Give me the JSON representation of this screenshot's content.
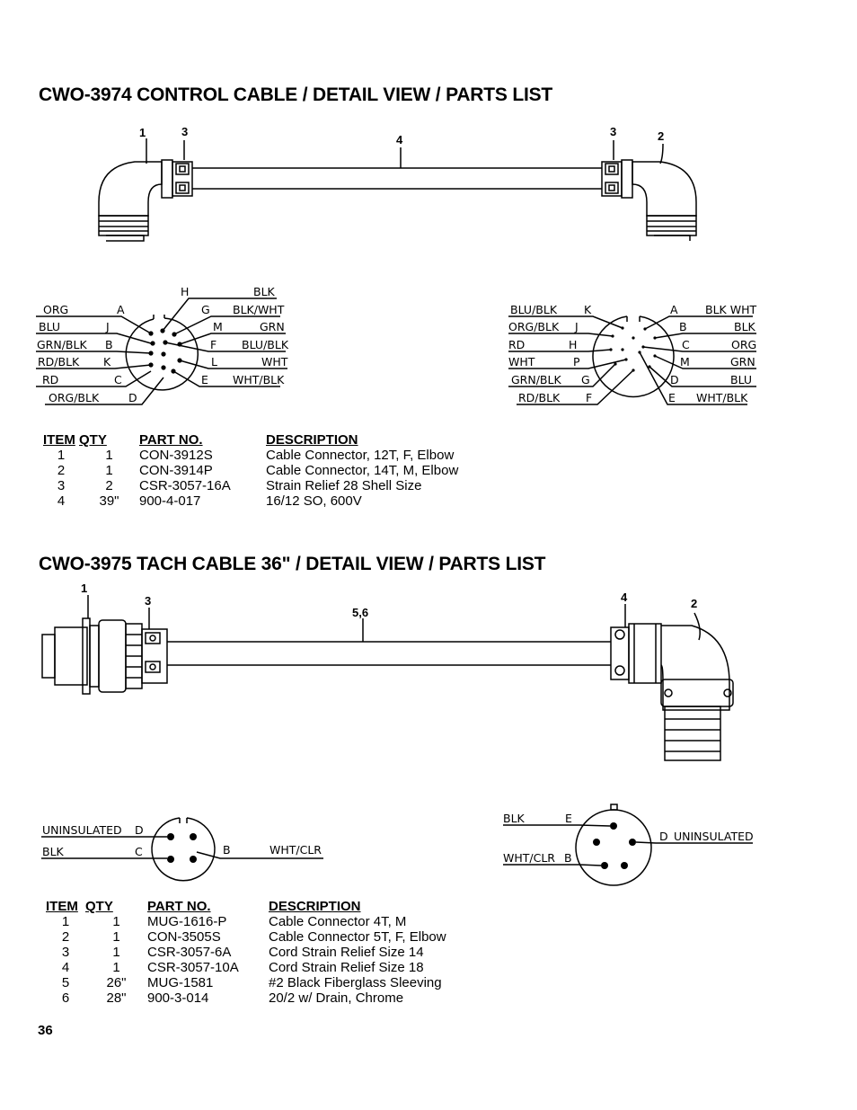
{
  "section1": {
    "title": "CWO-3974 CONTROL CABLE / DETAIL VIEW / PARTS LIST",
    "callouts": [
      "1",
      "3",
      "4",
      "3",
      "2"
    ],
    "left_wires": [
      {
        "color": "ORG",
        "pin": "A"
      },
      {
        "color": "BLU",
        "pin": "J"
      },
      {
        "color": "GRN/BLK",
        "pin": "B"
      },
      {
        "color": "RD/BLK",
        "pin": "K"
      },
      {
        "color": "RD",
        "pin": "C"
      },
      {
        "color": "ORG/BLK",
        "pin": "D"
      }
    ],
    "left_right_wires": [
      {
        "pin": "H",
        "color": "BLK"
      },
      {
        "pin": "G",
        "color": "BLK/WHT"
      },
      {
        "pin": "M",
        "color": "GRN"
      },
      {
        "pin": "F",
        "color": "BLU/BLK"
      },
      {
        "pin": "L",
        "color": "WHT"
      },
      {
        "pin": "E",
        "color": "WHT/BLK"
      }
    ],
    "right_left_wires": [
      {
        "color": "BLU/BLK",
        "pin": "K"
      },
      {
        "color": "ORG/BLK",
        "pin": "J"
      },
      {
        "color": "RD",
        "pin": "H"
      },
      {
        "color": "WHT",
        "pin": "P"
      },
      {
        "color": "GRN/BLK",
        "pin": "G"
      },
      {
        "color": "RD/BLK",
        "pin": "F"
      }
    ],
    "right_right_wires": [
      {
        "pin": "A",
        "color": "BLK WHT"
      },
      {
        "pin": "B",
        "color": "BLK"
      },
      {
        "pin": "C",
        "color": "ORG"
      },
      {
        "pin": "M",
        "color": "GRN"
      },
      {
        "pin": "D",
        "color": "BLU"
      },
      {
        "pin": "E",
        "color": "WHT/BLK"
      }
    ],
    "table": {
      "headers": [
        "ITEM",
        "QTY",
        "PART NO.",
        "DESCRIPTION"
      ],
      "rows": [
        [
          "1",
          "1",
          "CON-3912S",
          "Cable Connector, 12T, F, Elbow"
        ],
        [
          "2",
          "1",
          "CON-3914P",
          "Cable Connector, 14T, M, Elbow"
        ],
        [
          "3",
          "2",
          "CSR-3057-16A",
          "Strain Relief 28 Shell Size"
        ],
        [
          "4",
          "39\"",
          "900-4-017",
          "16/12 SO, 600V"
        ]
      ]
    }
  },
  "section2": {
    "title": "CWO-3975 TACH CABLE 36\" / DETAIL VIEW / PARTS LIST",
    "callouts": [
      "1",
      "3",
      "5,6",
      "4",
      "2"
    ],
    "left_wires": [
      {
        "color": "UNINSULATED",
        "pin": "D"
      },
      {
        "color": "BLK",
        "pin": "C"
      }
    ],
    "left_right_wire": {
      "pin": "B",
      "color": "WHT/CLR"
    },
    "right_wires": [
      {
        "color": "BLK",
        "pin": "E"
      },
      {
        "color": "WHT/CLR",
        "pin": "B"
      }
    ],
    "right_right_wire": {
      "pin": "D",
      "color": "UNINSULATED"
    },
    "table": {
      "headers": [
        "ITEM",
        "QTY",
        "PART NO.",
        "DESCRIPTION"
      ],
      "rows": [
        [
          "1",
          "1",
          "MUG-1616-P",
          "Cable Connector 4T, M"
        ],
        [
          "2",
          "1",
          "CON-3505S",
          "Cable Connector 5T, F, Elbow"
        ],
        [
          "3",
          "1",
          "CSR-3057-6A",
          "Cord Strain Relief Size 14"
        ],
        [
          "4",
          "1",
          "CSR-3057-10A",
          "Cord Strain Relief Size 18"
        ],
        [
          "5",
          "26\"",
          "MUG-1581",
          "#2 Black Fiberglass Sleeving"
        ],
        [
          "6",
          "28\"",
          "900-3-014",
          "20/2 w/ Drain, Chrome"
        ]
      ]
    }
  },
  "page_number": "36"
}
